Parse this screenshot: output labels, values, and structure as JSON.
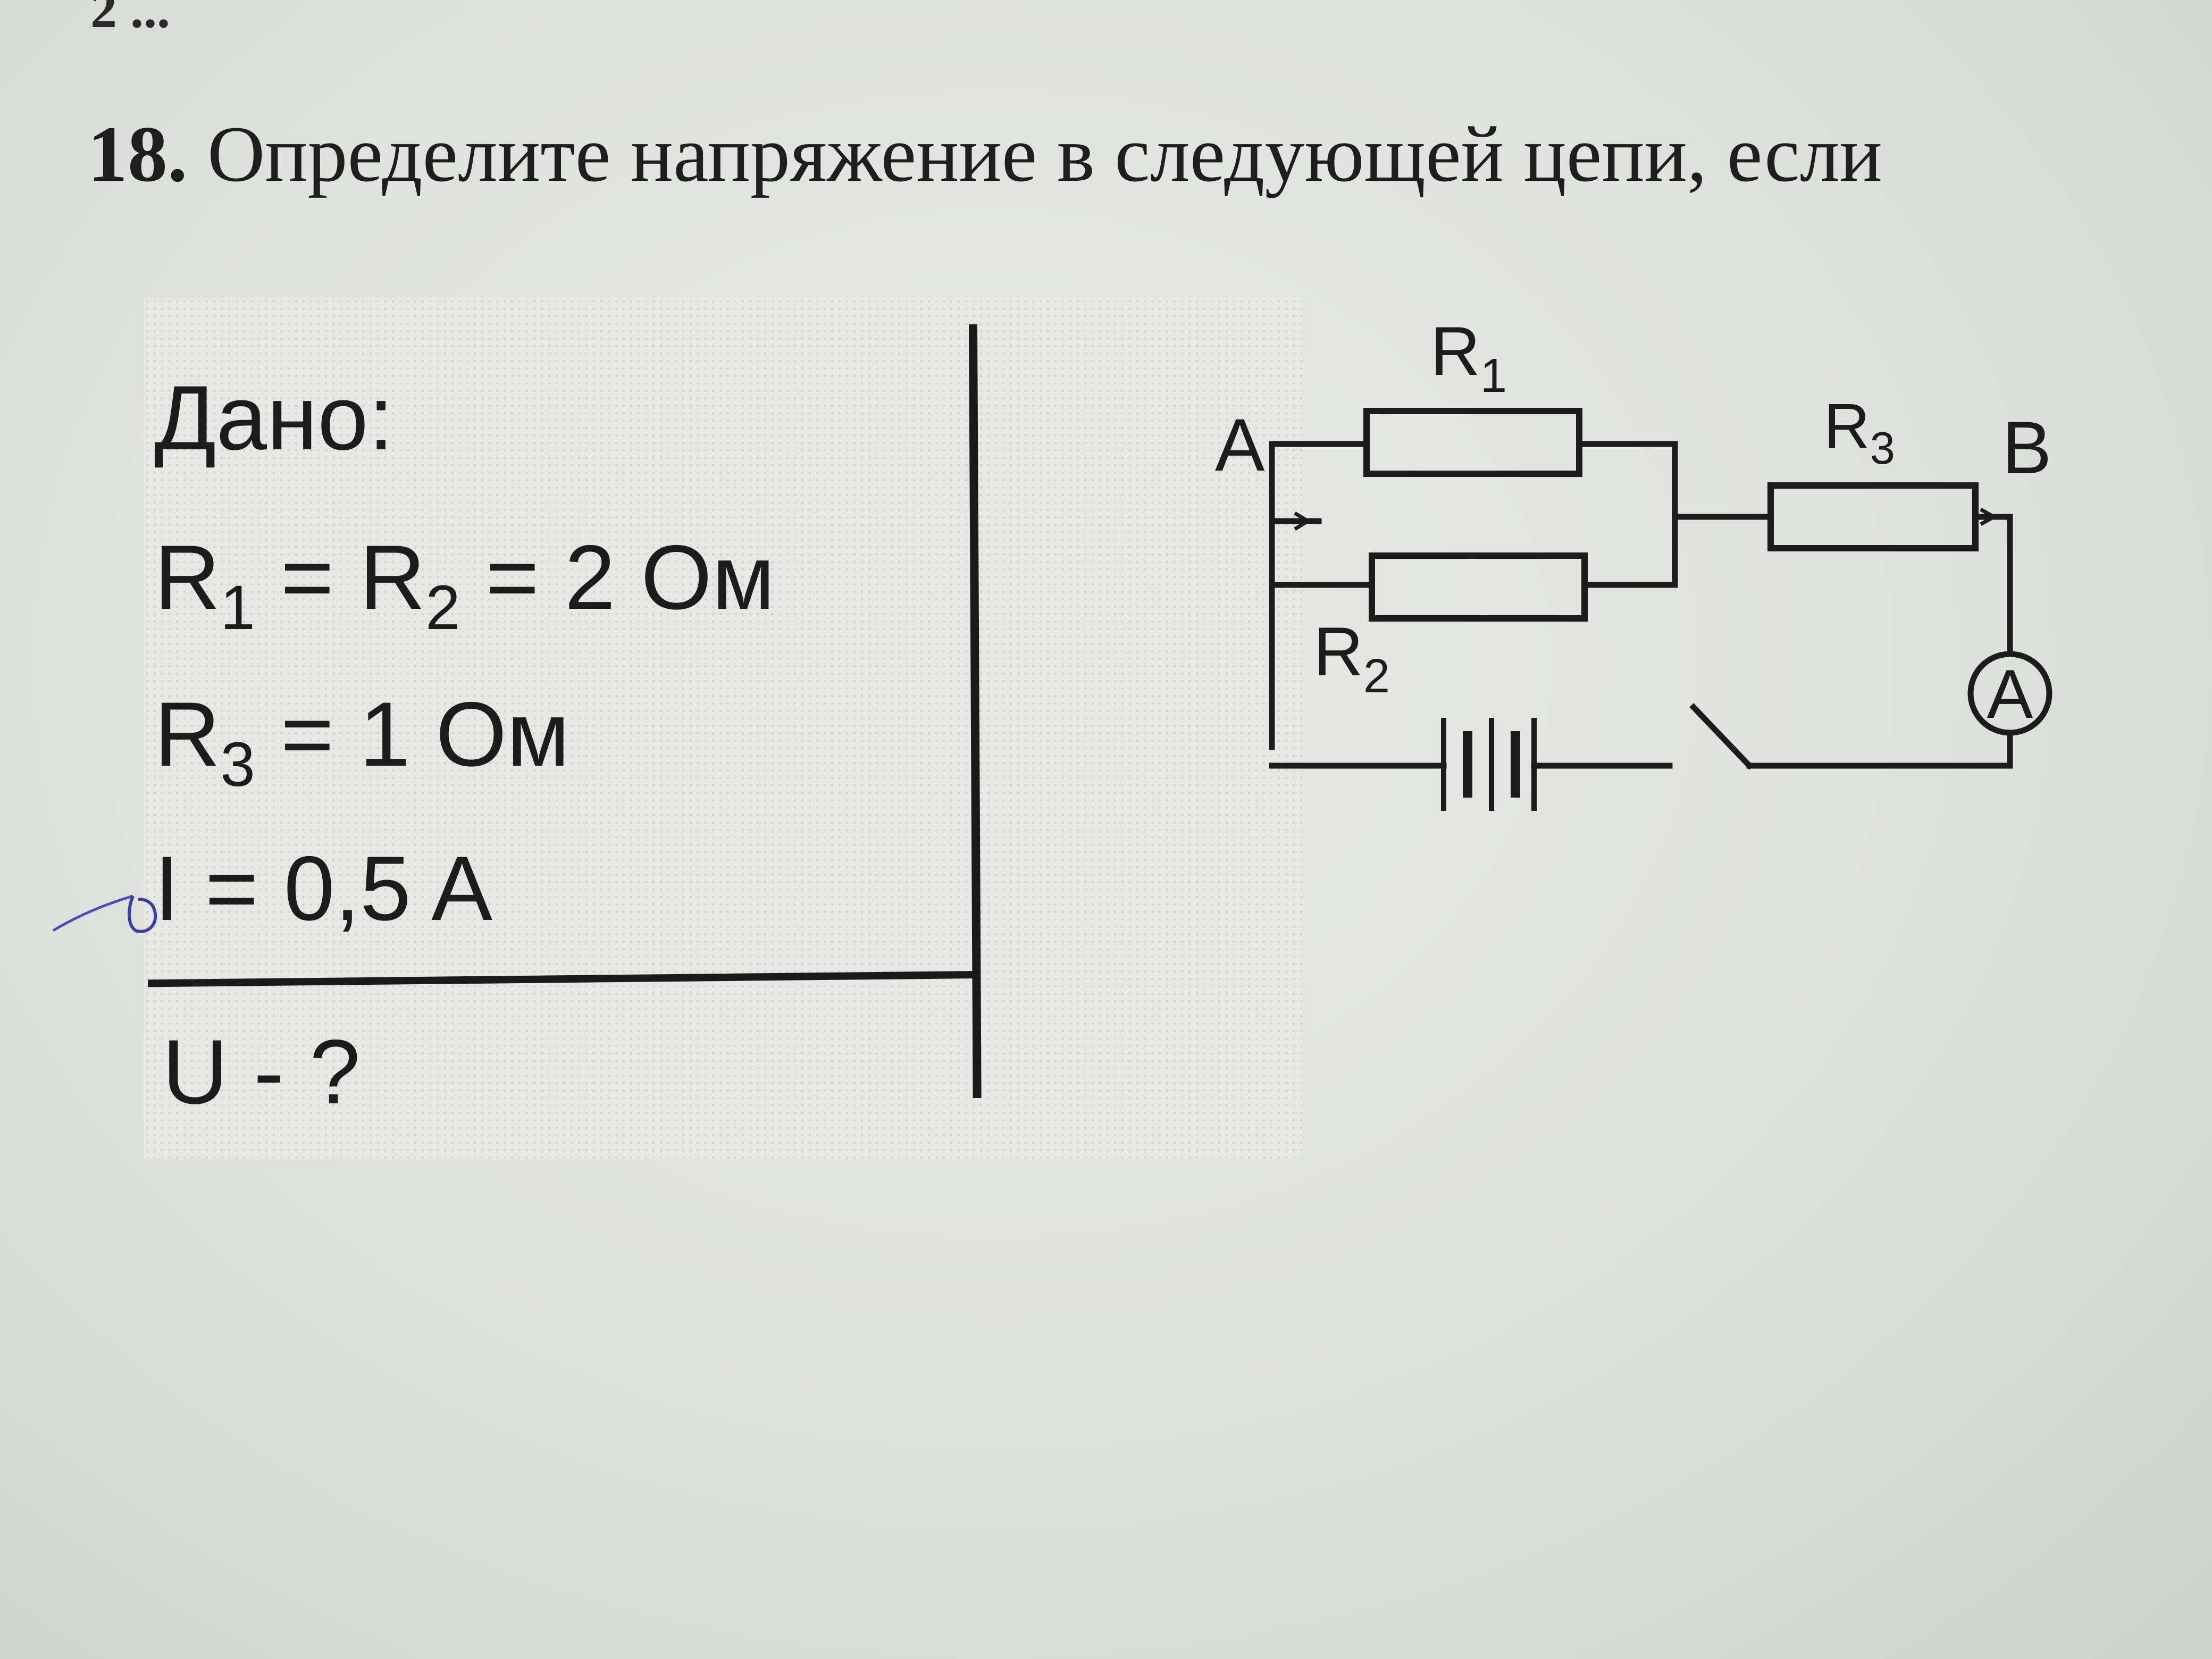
{
  "cut_text": "2 ...",
  "problem": {
    "number": "18.",
    "text": "Определите напряжение в следующей цепи, если"
  },
  "given": {
    "heading": "Дано:",
    "r12": {
      "a": "R",
      "a_sub": "1",
      "eq1": " = ",
      "b": "R",
      "b_sub": "2",
      "rest": " = 2 Ом"
    },
    "r3": {
      "a": "R",
      "a_sub": "3",
      "rest": " = 1 Ом"
    },
    "current": "I = 0,5 A",
    "find": "U - ?"
  },
  "circuit": {
    "node_a": "A",
    "node_b": "B",
    "r1": {
      "base": "R",
      "sub": "1"
    },
    "r2": {
      "base": "R",
      "sub": "2"
    },
    "r3": {
      "base": "R",
      "sub": "3"
    },
    "ammeter": "A",
    "wire_color": "#1c1c1c"
  }
}
